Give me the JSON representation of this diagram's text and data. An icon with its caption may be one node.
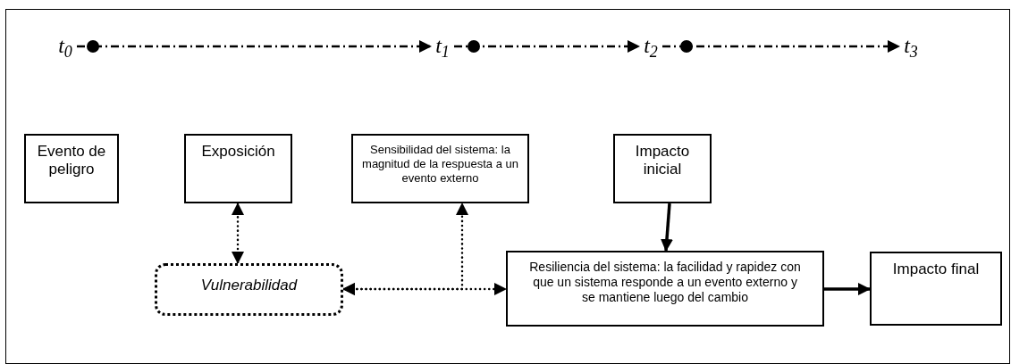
{
  "diagram": {
    "nodes": [
      {
        "text": [
          "t$_{0}$"
        ]
      },
      {
        "text": [
          "t$_{1}$"
        ]
      },
      {
        "text": [
          "t$_{2}$"
        ]
      },
      {
        "text": [
          "t$_{3}$"
        ]
      },
      {
        "text": [
          "Evento de peligro"
        ]
      },
      {
        "text": [
          "Exposición"
        ]
      },
      {
        "text": [
          "Sensibilidad del sistema: la magnitud de la respuesta a un evento externo"
        ]
      },
      {
        "text": [
          "Impacto inicial"
        ]
      },
      {
        "text": [
          "Vulnerabilidad"
        ]
      },
      {
        "text": [
          "Resiliencia del sistema: la facilidad y rapidez con que un sistema responde a un evento externo y se mantiene luego del cambio"
        ]
      },
      {
        "text": [
          "Impacto final"
        ]
      }
    ],
    "edges": [
      {
        "from": 0,
        "to": 1,
        "arrow": "to",
        "style": "dashed"
      },
      {
        "from": 1,
        "to": 2,
        "arrow": "to",
        "style": "dashed"
      },
      {
        "from": 2,
        "to": 3,
        "arrow": "to",
        "style": "dashed"
      },
      {
        "from": 5,
        "to": 8,
        "arrow": "both",
        "style": "dashed"
      },
      {
        "from": 8,
        "to": 6,
        "arrow": "both",
        "style": "dashed"
      },
      {
        "from": 8,
        "to": 9,
        "arrow": "both",
        "style": "dashed"
      },
      {
        "from": 7,
        "to": 9,
        "arrow": "to"
      },
      {
        "from": 9,
        "to": 10,
        "arrow": "to"
      }
    ]
  }
}
